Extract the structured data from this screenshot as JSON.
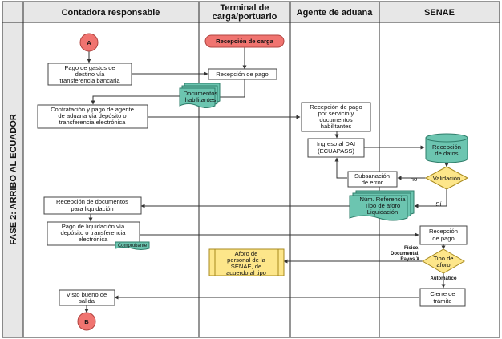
{
  "lanes": [
    {
      "id": "contadora",
      "label": "Contadora responsable"
    },
    {
      "id": "terminal",
      "label": "Terminal de carga/portuario"
    },
    {
      "id": "aduana",
      "label": "Agente de aduana"
    },
    {
      "id": "senae",
      "label": "SENAE"
    }
  ],
  "phase": "FASE 2: ARRIBO AL ECUADOR",
  "connectors": {
    "start": "A",
    "end": "B"
  },
  "nodes": {
    "pago_gastos": "Pago de gastos de destino vía transferencia bancaria",
    "recepcion_carga": "Recepción de carga",
    "recepcion_pago_terminal": "Recepción de pago",
    "documentos_habilitantes": "Documentos habilitantes",
    "contratacion": "Contratación y pago de agente de aduana vía depósito o transferencia electrónica",
    "recepcion_pago_servicio": "Recepción de pago por servicio y documentos habilitantes",
    "ingreso_dai": "Ingreso al DAI (ECUAPASS)",
    "recepcion_datos": "Recepción de datos",
    "subsanacion": "Subsanación de error",
    "validacion": "Validación",
    "num_referencia": "Núm. Referencia Tipo de aforo Liquidación",
    "recepcion_documentos": "Recepción de documentos para liquidación",
    "pago_liquidacion": "Pago de liquidación vía depósito o transferencia electrónica",
    "comprobante": "Comprobante",
    "recepcion_pago_senae": "Recepción de pago",
    "tipo_aforo": "Tipo de aforo",
    "aforo_personal": "Aforo de personal de la SENAE, de acuerdo al tipo",
    "cierre_tramite": "Cierre de trámite",
    "visto_bueno": "Visto bueno de salida"
  },
  "edge_labels": {
    "no": "no",
    "si": "Sí",
    "fisico": "Físico, Documental, Rayos X",
    "automatico": "Automático"
  },
  "colors": {
    "connector": "#f07470",
    "start_event": "#f07470",
    "data_store": "#6cc5b0",
    "documents": "#6cc5b0",
    "decision": "#fde68a",
    "aforo_process": "#fde68a",
    "header": "#e7e7e7",
    "lane_border": "#2b2b2b"
  }
}
